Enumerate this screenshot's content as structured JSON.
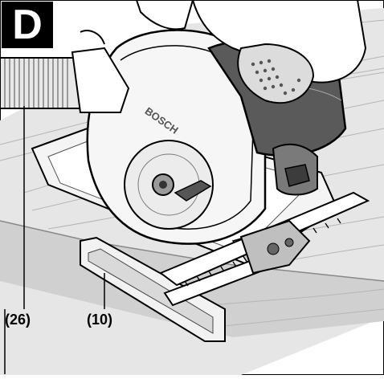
{
  "figure": {
    "panel_letter": "D",
    "brand_text": "BOSCH",
    "callouts": [
      {
        "id": "26",
        "label": "(26)",
        "part": "suction hose"
      },
      {
        "id": "10",
        "label": "(10)",
        "part": "parallel guide"
      }
    ]
  }
}
